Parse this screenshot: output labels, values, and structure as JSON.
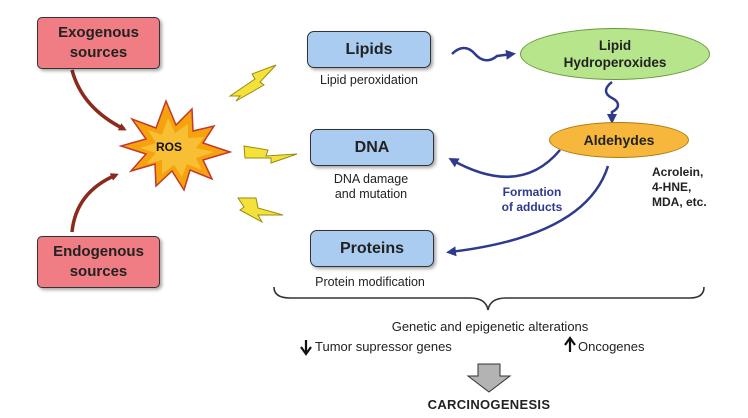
{
  "sources": {
    "exogenous": "Exogenous sources",
    "endogenous": "Endogenous sources"
  },
  "ros": "ROS",
  "targets": {
    "lipids": "Lipids",
    "lipids_effect": "Lipid peroxidation",
    "dna": "DNA",
    "dna_effect_line1": "DNA damage",
    "dna_effect_line2": "and mutation",
    "proteins": "Proteins",
    "proteins_effect": "Protein modification"
  },
  "lipid_hydroperoxides_line1": "Lipid",
  "lipid_hydroperoxides_line2": "Hydroperoxides",
  "aldehydes": "Aldehydes",
  "aldehyde_examples": [
    "Acrolein,",
    "4-HNE,",
    "MDA, etc."
  ],
  "adducts_line1": "Formation",
  "adducts_line2": "of adducts",
  "alterations": "Genetic and epigenetic alterations",
  "tumor_suppressor": "Tumor supressor genes",
  "oncogenes": "Oncogenes",
  "outcome": "CARCINOGENESIS",
  "colors": {
    "source_box": "#f07c84",
    "target_box": "#a9ccf0",
    "hydroperoxides": "#b7e58c",
    "aldehydes": "#f6b73c",
    "ros_burst": "#f6a20e",
    "lightning": "#f4e23a",
    "arrow_brown": "#8a2b1e",
    "arrow_navy": "#2e3a8c"
  }
}
